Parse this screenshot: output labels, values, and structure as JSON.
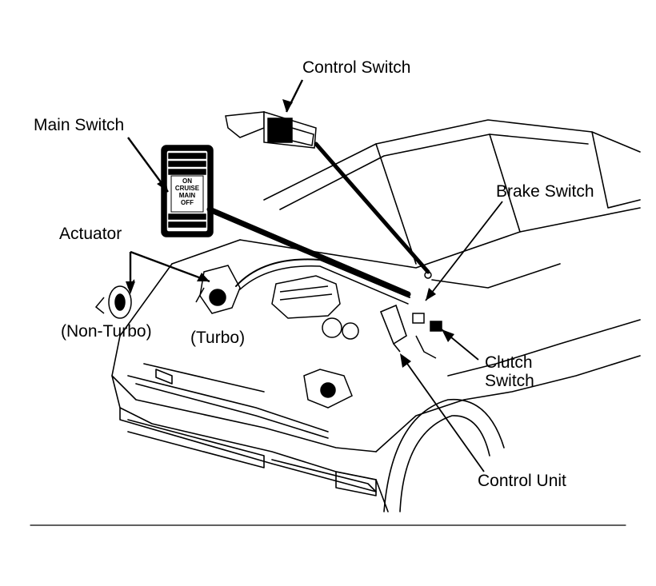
{
  "labels": {
    "control_switch": "Control Switch",
    "main_switch": "Main Switch",
    "brake_switch": "Brake Switch",
    "actuator": "Actuator",
    "non_turbo": "(Non-Turbo)",
    "turbo": "(Turbo)",
    "clutch_switch_line1": "Clutch",
    "clutch_switch_line2": "Switch",
    "control_unit": "Control Unit"
  },
  "main_switch_panel": {
    "on": "ON",
    "cruise": "CRUISE",
    "main": "MAIN",
    "off": "OFF"
  },
  "colors": {
    "ink": "#000000",
    "background": "#ffffff"
  }
}
